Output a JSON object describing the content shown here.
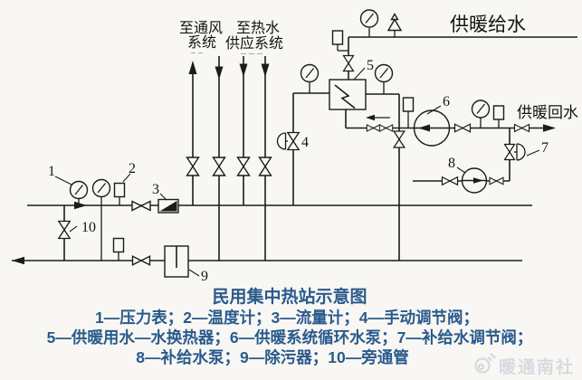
{
  "figure": {
    "pipe_labels": {
      "to_ventilation_1": "至通风",
      "to_ventilation_2": "系统",
      "to_hot_water_1": "至热水",
      "to_hot_water_2": "供应系统",
      "heating_supply": "供暖给水",
      "heating_return": "供暖回水"
    },
    "callouts": {
      "c1": "1",
      "c2": "2",
      "c3": "3",
      "c4": "4",
      "c5": "5",
      "c6": "6",
      "c7": "7",
      "c8": "8",
      "c9": "9",
      "c10": "10"
    },
    "caption": {
      "title": "民用集中热站示意图",
      "legend1": "1—压力表；2—温度计；3—流量计；4—手动调节阀；",
      "legend2": "5—供暖用水—水换热器；6—供暖系统循环水泵；7—补给水调节阀；",
      "legend3": "8—补给水泵；9—除污器；10—旁通管"
    },
    "watermark": {
      "text": "暖通南社"
    },
    "colors": {
      "background": "#f8f7f4",
      "line": "#1b1b1b",
      "caption_blue": "#2a5a8c",
      "watermark_gray": "#d7dade"
    }
  }
}
